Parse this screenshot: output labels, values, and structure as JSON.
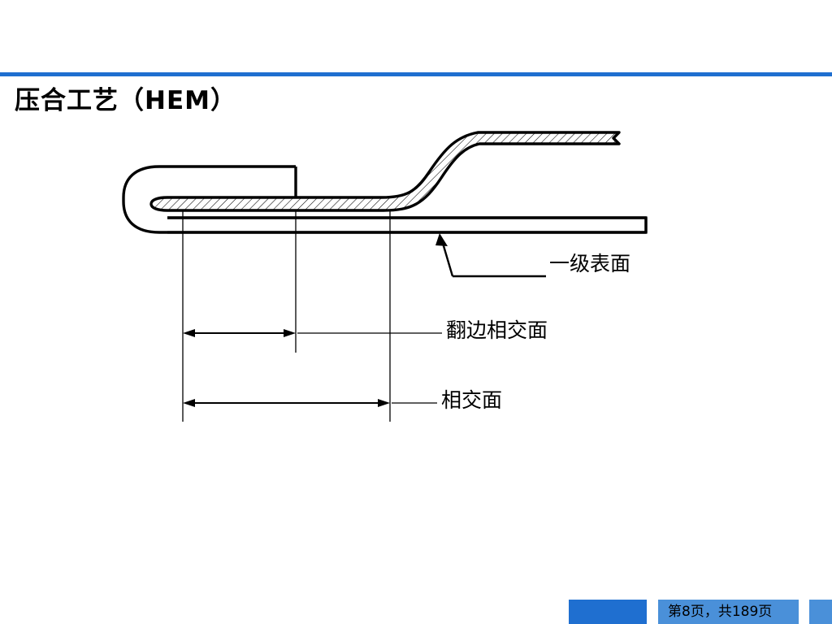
{
  "slide": {
    "title": "压合工艺（HEM）",
    "accent_color": "#1f6fd0",
    "banner_color": "#4a90d9",
    "background_color": "#ffffff"
  },
  "diagram": {
    "name": "hem-cross-section",
    "description": "Sheet metal hemming cross-section: outer panel folded back over an inner flange panel",
    "line_color": "#000000",
    "hatch_color": "#000000",
    "annotations": [
      {
        "id": "class-a-surface",
        "label": "一级表面",
        "leader": "arrow pointing up-left to lower outer panel surface"
      },
      {
        "id": "flange-mating-face",
        "label": "翻边相交面",
        "dimension": "from hem tangent line to inner flange end line"
      },
      {
        "id": "mating-face",
        "label": "相交面",
        "dimension": "from hem tangent line to bend start line"
      }
    ]
  },
  "footer": {
    "page_text": "第8页，共189页",
    "page_number": 8,
    "total_pages": 189
  }
}
